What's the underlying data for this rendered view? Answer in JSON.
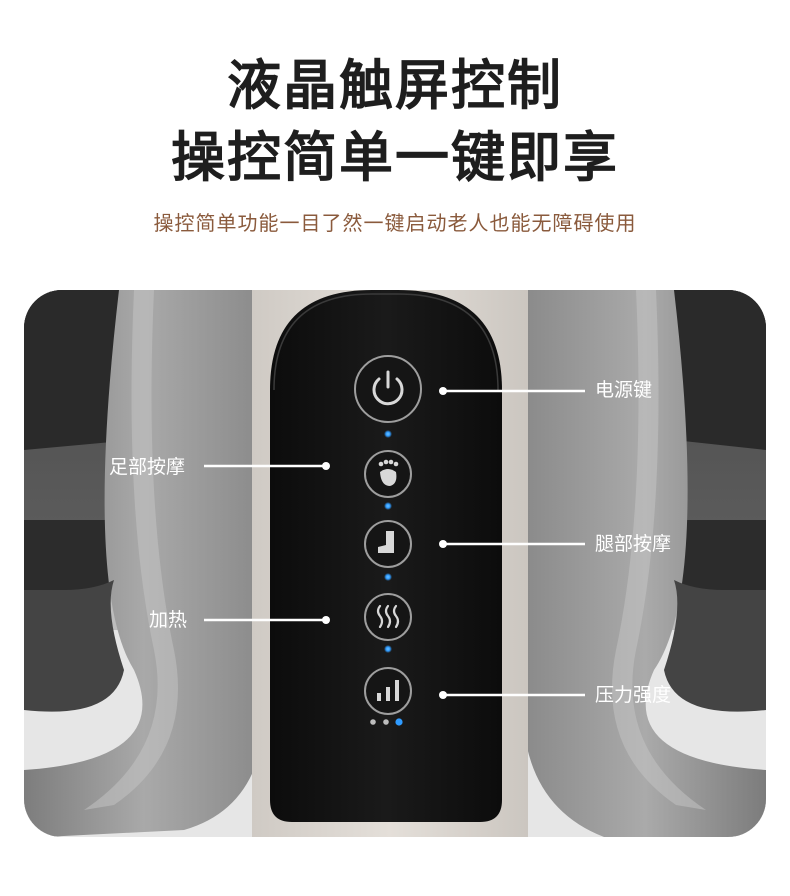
{
  "header": {
    "title_line1": "液晶触屏控制",
    "title_line2": "操控简单一键即享",
    "subtitle": "操控简单功能一目了然一键启动老人也能无障碍使用"
  },
  "panel": {
    "buttons": [
      {
        "label": "电源键",
        "icon": "power-icon"
      },
      {
        "label": "足部按摩",
        "icon": "foot-print-icon"
      },
      {
        "label": "腿部按摩",
        "icon": "leg-boot-icon"
      },
      {
        "label": "加热",
        "icon": "heat-waves-icon"
      },
      {
        "label": "压力强度",
        "icon": "signal-bars-icon"
      }
    ],
    "pressure_level": {
      "current": 3,
      "max": 3
    },
    "indicator_color": "#2f9bff"
  },
  "colors": {
    "title": "#1e1e1e",
    "subtitle": "#8a5a3c",
    "panel": "#121212"
  }
}
